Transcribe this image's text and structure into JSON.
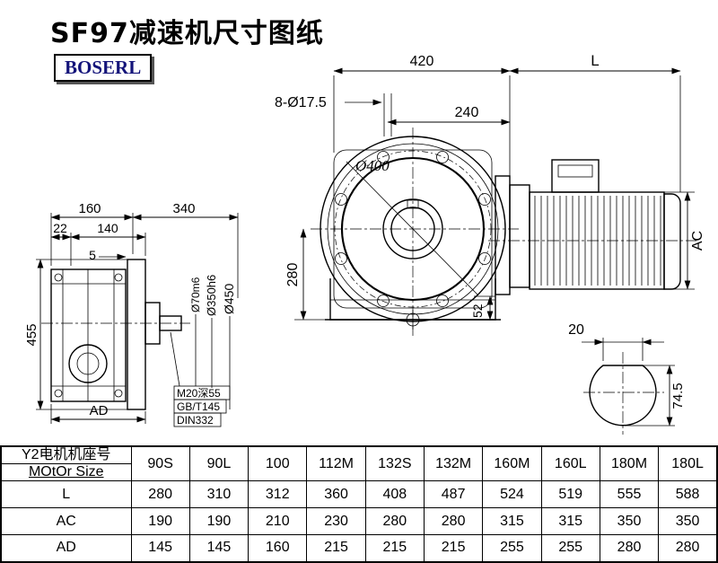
{
  "title": "SF97减速机尺寸图纸",
  "logo": "BOSERL",
  "dims": {
    "d420": "420",
    "dL": "L",
    "holes": "8-Ø17.5",
    "d240": "240",
    "flange": "Ø400",
    "d280": "280",
    "d52": "52",
    "d160": "160",
    "d340": "340",
    "d22": "22",
    "d140": "140",
    "d5": "5",
    "d455": "455",
    "dAD": "AD",
    "shaft": "Ø70m6",
    "spigot": "Ø350h6",
    "flangeOD": "Ø450",
    "tap1": "M20深55",
    "tap2": "GB/T145",
    "tap3": "DIN332",
    "dAC": "AC",
    "d20": "20",
    "d745": "74.5"
  },
  "table": {
    "header_cn": "Y2电机机座号",
    "header_en": "MOtOr Size",
    "columns": [
      "90S",
      "90L",
      "100",
      "112M",
      "132S",
      "132M",
      "160M",
      "160L",
      "180M",
      "180L"
    ],
    "rows": [
      {
        "label": "L",
        "values": [
          "280",
          "310",
          "312",
          "360",
          "408",
          "487",
          "524",
          "519",
          "555",
          "588"
        ]
      },
      {
        "label": "AC",
        "values": [
          "190",
          "190",
          "210",
          "230",
          "280",
          "280",
          "315",
          "315",
          "350",
          "350"
        ]
      },
      {
        "label": "AD",
        "values": [
          "145",
          "145",
          "160",
          "215",
          "215",
          "215",
          "255",
          "255",
          "280",
          "280"
        ]
      }
    ]
  }
}
